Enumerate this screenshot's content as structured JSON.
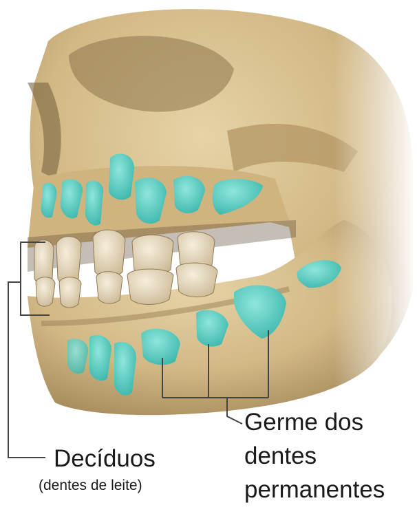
{
  "colors": {
    "bone": "#d8c08e",
    "bone_shadow": "#a48a5c",
    "bone_dark": "#6f5a36",
    "tooth_deciduous": "#e9dcc1",
    "tooth_germ": "#5fd0c6",
    "leader_line": "#444444",
    "text": "#1a1a1a"
  },
  "labels": {
    "deciduous": "Decíduos",
    "deciduous_sub": "(dentes de leite)",
    "germ_line1": "Germe dos",
    "germ_line2": "dentes",
    "germ_line3": "permanentes"
  }
}
